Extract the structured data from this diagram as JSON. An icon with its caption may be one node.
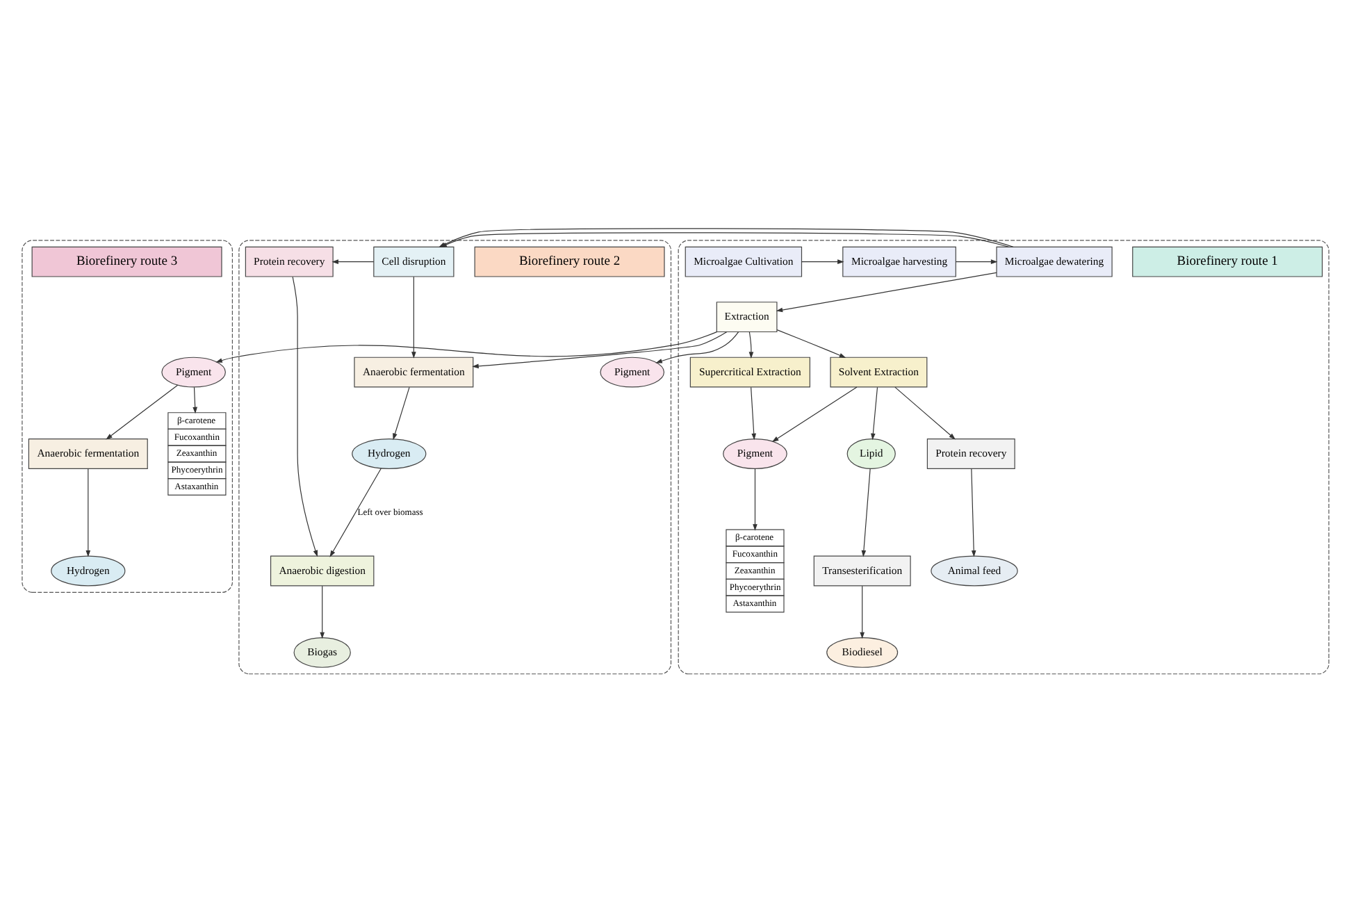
{
  "diagram": {
    "nodes": [
      {
        "text": [],
        "shape": "box"
      },
      {
        "text": [
          "Biorefinery route 1"
        ],
        "in": 0
      },
      {
        "text": [
          "Microalgae Cultivation"
        ],
        "in": 0
      },
      {
        "text": [
          "Microalgae harvesting"
        ],
        "in": 0
      },
      {
        "text": [
          "Microalgae dewatering"
        ],
        "in": 0
      },
      {
        "text": [
          "Supercritical Extraction"
        ],
        "in": 0
      },
      {
        "text": [
          "Extraction"
        ],
        "in": 0
      },
      {
        "text": [
          "Pigment"
        ],
        "in": 0
      },
      {
        "text": [
          "Solvent Extraction"
        ],
        "in": 0
      },
      {
        "text": [
          "β-carotene",
          "Fucoxanthin",
          "Zeaxanthin",
          "Phycoerythrin",
          "Astaxanthin"
        ],
        "in": 0
      },
      {
        "text": [
          "Protein recovery"
        ],
        "in": 0
      },
      {
        "text": [
          "Lipid"
        ],
        "in": 0
      },
      {
        "text": [
          "Animal feed"
        ],
        "in": 0
      },
      {
        "text": [
          "Transesterification"
        ],
        "in": 0
      },
      {
        "text": [
          "Biodiesel"
        ],
        "in": 0
      },
      {
        "text": [],
        "shape": "box"
      },
      {
        "text": [
          "Biorefinery route 2"
        ],
        "in": 15
      },
      {
        "text": [
          "Cell disruption"
        ],
        "in": 15
      },
      {
        "text": [
          "Protein recovery"
        ],
        "in": 15
      },
      {
        "text": [
          "Anaerobic fermentation"
        ],
        "in": 15
      },
      {
        "text": [
          "Anaerobic digestion"
        ],
        "in": 15
      },
      {
        "text": [
          "Hydrogen"
        ],
        "in": 15
      },
      {
        "text": [
          "Biogas"
        ],
        "in": 15
      },
      {
        "text": [
          "Pigment"
        ],
        "in": 15
      },
      {
        "text": [],
        "shape": "box"
      },
      {
        "text": [
          "Biorefinery route 3"
        ],
        "in": 24
      },
      {
        "text": [
          "Pigment"
        ],
        "in": 24
      },
      {
        "text": [
          "Anaerobic fermentation"
        ],
        "in": 24
      },
      {
        "text": [
          "β-carotene",
          "Fucoxanthin",
          "Zeaxanthin",
          "Phycoerythrin",
          "Astaxanthin"
        ],
        "in": 24
      },
      {
        "text": [
          "Hydrogen"
        ],
        "in": 24
      }
    ],
    "edges": [
      {
        "from": 2,
        "to": 3,
        "arrow": "to"
      },
      {
        "from": 3,
        "to": 4,
        "arrow": "to"
      },
      {
        "from": 4,
        "to": 17,
        "arrow": "to"
      },
      {
        "from": 4,
        "to": 6,
        "arrow": "to"
      },
      {
        "from": 6,
        "to": 5,
        "arrow": "to"
      },
      {
        "from": 5,
        "to": 7,
        "arrow": "to"
      },
      {
        "from": 6,
        "to": 8,
        "arrow": "to"
      },
      {
        "from": 8,
        "to": 7,
        "arrow": "to"
      },
      {
        "from": 8,
        "to": 10,
        "arrow": "to"
      },
      {
        "from": 8,
        "to": 11,
        "arrow": "to"
      },
      {
        "from": 7,
        "to": 9,
        "arrow": "to"
      },
      {
        "from": 10,
        "to": 12,
        "arrow": "to"
      },
      {
        "from": 11,
        "to": 13,
        "arrow": "to"
      },
      {
        "from": 13,
        "to": 14,
        "arrow": "to"
      },
      {
        "from": 17,
        "to": 18,
        "arrow": "to"
      },
      {
        "from": 17,
        "to": 19,
        "arrow": "to"
      },
      {
        "from": 18,
        "to": 20,
        "arrow": "to"
      },
      {
        "from": 19,
        "to": 21,
        "arrow": "to"
      },
      {
        "from": 20,
        "to": 22,
        "arrow": "to"
      },
      {
        "from": 21,
        "to": 20,
        "arrow": "to",
        "label": "Left over biomass"
      },
      {
        "from": 6,
        "to": 19,
        "arrow": "to"
      },
      {
        "from": 6,
        "to": 23,
        "arrow": "to"
      },
      {
        "from": 6,
        "to": 26,
        "arrow": "to"
      },
      {
        "from": 26,
        "to": 28,
        "arrow": "to"
      },
      {
        "from": 26,
        "to": 27,
        "arrow": "to"
      },
      {
        "from": 27,
        "to": 29,
        "arrow": "to"
      }
    ]
  }
}
